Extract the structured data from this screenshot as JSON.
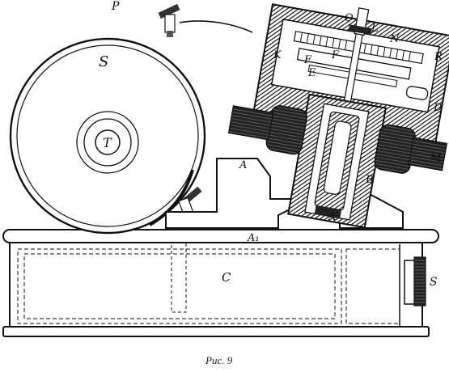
{
  "figure": {
    "caption": "Рис. 9",
    "labels": {
      "S_wheel": "S",
      "T": "T",
      "P": "P",
      "O": "O",
      "L": "L",
      "N": "N",
      "R": "R",
      "K": "K",
      "F1": "F",
      "F2": "F",
      "E": "E",
      "D": "D",
      "M": "M",
      "A_left": "A",
      "A_right": "A",
      "B": "B",
      "A1": "A₁",
      "C": "C",
      "S_knob": "S"
    },
    "colors": {
      "ink": "#111111",
      "paper": "#ffffff",
      "hatch": "#1a1a1a"
    }
  }
}
